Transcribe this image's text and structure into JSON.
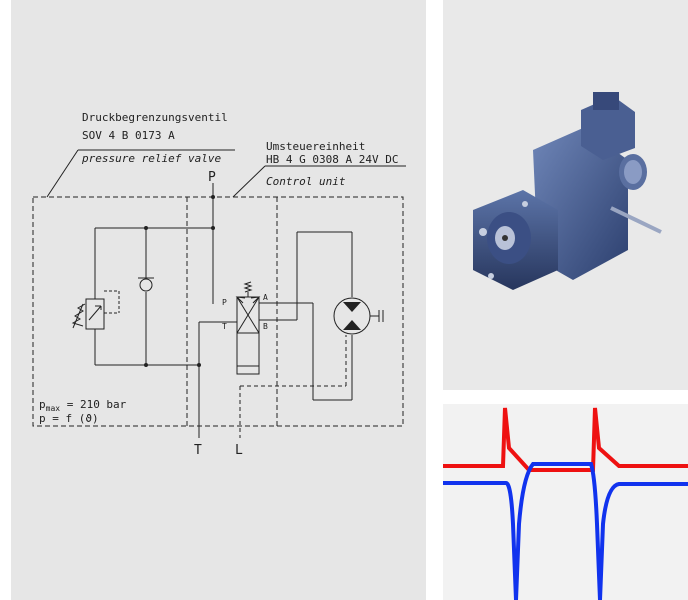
{
  "schematic": {
    "relief_valve": {
      "name_de": "Druckbegrenzungsventil",
      "code": "SOV 4 B 0173 A",
      "name_en": "pressure relief valve"
    },
    "control_unit": {
      "name_de": "Umsteuereinheit",
      "code": "HB 4 G 0308 A 24V DC",
      "name_en": "Control unit"
    },
    "ports": {
      "p_top": "P",
      "t_bottom": "T",
      "l_bottom": "L",
      "valve_p": "P",
      "valve_t": "T",
      "valve_a": "A",
      "valve_b": "B"
    },
    "specs": {
      "pmax_prefix": "p",
      "pmax_sub": "max",
      "pmax_value": " = 210 bar",
      "p_func": "p = f  (",
      "p_func_symbol": "ϑ",
      "p_func_close": ")"
    }
  },
  "product_photo": {
    "icon": "hydraulic-motor-photo"
  },
  "pressure_graph": {
    "icon": "pressure-curve-graph",
    "colors": {
      "red": "#ee1111",
      "blue": "#1133ee"
    }
  },
  "colors": {
    "schematic_bg": "#e6e6e6",
    "photo_bg": "#e9e9e9",
    "graph_bg": "#f2f2f2",
    "line": "#222222"
  }
}
